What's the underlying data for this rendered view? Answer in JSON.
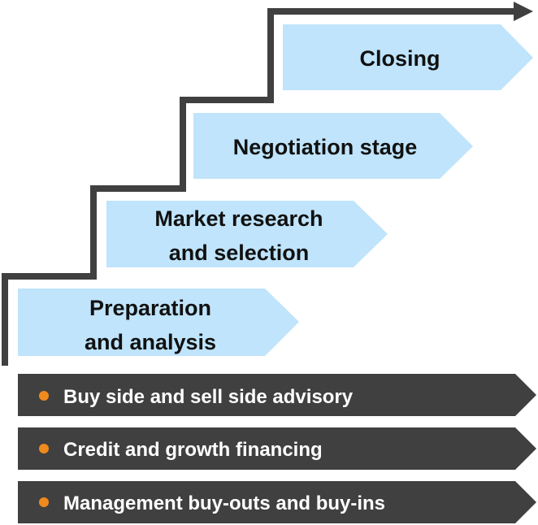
{
  "colors": {
    "step_fill": "#bfe4fb",
    "service_fill": "#404040",
    "bullet": "#f08a1c",
    "staircase_line": "#404040",
    "step_text": "#111111",
    "service_text": "#ffffff"
  },
  "steps": [
    {
      "line1": "Preparation",
      "line2": "and analysis"
    },
    {
      "line1": "Market research",
      "line2": "and selection"
    },
    {
      "line1": "Negotiation stage"
    },
    {
      "line1": "Closing"
    }
  ],
  "services": [
    {
      "label": "Buy side and sell side advisory"
    },
    {
      "label": "Credit and growth financing"
    },
    {
      "label": "Management buy-outs and buy-ins"
    }
  ],
  "icons": {
    "staircase": "staircase-arrow-icon",
    "bullet": "bullet-dot-icon"
  }
}
